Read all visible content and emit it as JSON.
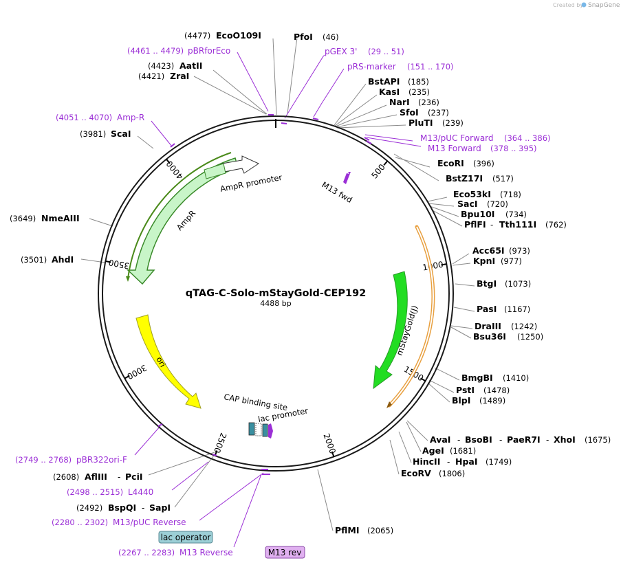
{
  "credit": {
    "prefix": "Created by",
    "brand": "SnapGene"
  },
  "plasmid": {
    "name": "qTAG-C-Solo-mStayGold-CEP192",
    "length_label": "4488 bp",
    "length": 4488
  },
  "colors": {
    "site": "#000000",
    "feature_label": "#9b2fd6",
    "backbone": "#1a1a1a",
    "ampr": "#c8f5c8",
    "ampr_edge": "#3a8a2a",
    "promoter": "#ffffff",
    "ori": "#ffff00",
    "mstaygold": "#22dd22",
    "cds_outline": "#e8a040",
    "operator_box": "#9ccfd6",
    "m13rev_box": "#e0b0f0"
  },
  "ticks": [
    "500",
    "1000",
    "1500",
    "2000",
    "2500",
    "3000",
    "3500",
    "4000"
  ],
  "sites_right": [
    {
      "name": "PfoI",
      "pos": "(46)"
    },
    {
      "name": "BstAPI",
      "pos": "(185)"
    },
    {
      "name": "KasI",
      "pos": "(235)"
    },
    {
      "name": "NarI",
      "pos": "(236)"
    },
    {
      "name": "SfoI",
      "pos": "(237)"
    },
    {
      "name": "PluTI",
      "pos": "(239)"
    },
    {
      "name": "EcoRI",
      "pos": "(396)"
    },
    {
      "name": "BstZ17I",
      "pos": "(517)"
    },
    {
      "name": "Eco53kI",
      "pos": "(718)"
    },
    {
      "name": "SacI",
      "pos": "(720)"
    },
    {
      "name": "Bpu10I",
      "pos": "(734)"
    },
    {
      "name": "PflFI",
      "name2": "Tth111I",
      "pos": "(762)"
    },
    {
      "name": "Acc65I",
      "pos": "(973)"
    },
    {
      "name": "KpnI",
      "pos": "(977)"
    },
    {
      "name": "BtgI",
      "pos": "(1073)"
    },
    {
      "name": "PasI",
      "pos": "(1167)"
    },
    {
      "name": "DraIII",
      "pos": "(1242)"
    },
    {
      "name": "Bsu36I",
      "pos": "(1250)"
    },
    {
      "name": "BmgBI",
      "pos": "(1410)"
    },
    {
      "name": "PstI",
      "pos": "(1478)"
    },
    {
      "name": "BlpI",
      "pos": "(1489)"
    },
    {
      "name": "AvaI",
      "name2": "BsoBI",
      "name3": "PaeR7I",
      "name4": "XhoI",
      "pos": "(1675)"
    },
    {
      "name": "AgeI",
      "pos": "(1681)"
    },
    {
      "name": "HincII",
      "name2": "HpaI",
      "pos": "(1749)"
    },
    {
      "name": "EcoRV",
      "pos": "(1806)"
    },
    {
      "name": "PflMI",
      "pos": "(2065)"
    }
  ],
  "sites_left": [
    {
      "name": "EcoO109I",
      "pos": "(4477)"
    },
    {
      "name": "AatII",
      "pos": "(4423)"
    },
    {
      "name": "ZraI",
      "pos": "(4421)"
    },
    {
      "name": "ScaI",
      "pos": "(3981)"
    },
    {
      "name": "NmeAIII",
      "pos": "(3649)"
    },
    {
      "name": "AhdI",
      "pos": "(3501)"
    },
    {
      "name": "AflIII",
      "name2": "PciI",
      "pos": "(2608)"
    },
    {
      "name": "BspQI",
      "name2": "SapI",
      "pos": "(2492)"
    }
  ],
  "features_labels": [
    {
      "name": "pGEX 3'",
      "pos": "(29 .. 51)"
    },
    {
      "name": "pRS-marker",
      "pos": "(151 .. 170)"
    },
    {
      "name": "M13/pUC Forward",
      "pos": "(364 .. 386)"
    },
    {
      "name": "M13 Forward",
      "pos": "(378 .. 395)"
    },
    {
      "name": "pBRforEco",
      "pos": "(4461 .. 4479)"
    },
    {
      "name": "Amp-R",
      "pos": "(4051 .. 4070)"
    },
    {
      "name": "pBR322ori-F",
      "pos": "(2749 .. 2768)"
    },
    {
      "name": "L4440",
      "pos": "(2498 .. 2515)"
    },
    {
      "name": "M13/pUC Reverse",
      "pos": "(2280 .. 2302)"
    },
    {
      "name": "M13 Reverse",
      "pos": "(2267 .. 2283)"
    }
  ],
  "inner_features": {
    "ampr": "AmpR",
    "ampr_promoter": "AmpR promoter",
    "m13_fwd": "M13 fwd",
    "mstaygold": "mStayGold(J)",
    "ori": "ori",
    "cap_site": "CAP binding site",
    "lac_promoter": "lac promoter"
  },
  "boxes": {
    "lac_operator": "lac operator",
    "m13_rev": "M13 rev"
  }
}
